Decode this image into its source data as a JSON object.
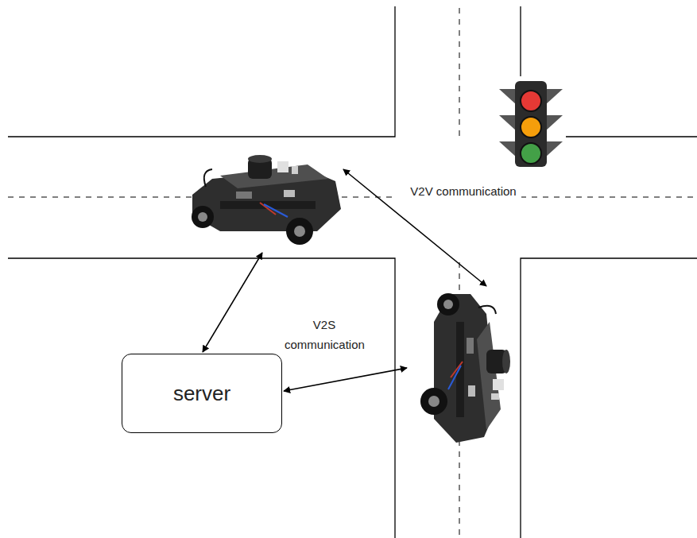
{
  "diagram": {
    "nodes": [
      {
        "text": [
          "server"
        ]
      }
    ],
    "labels": [
      "V2V communication",
      "V2S communication"
    ]
  }
}
